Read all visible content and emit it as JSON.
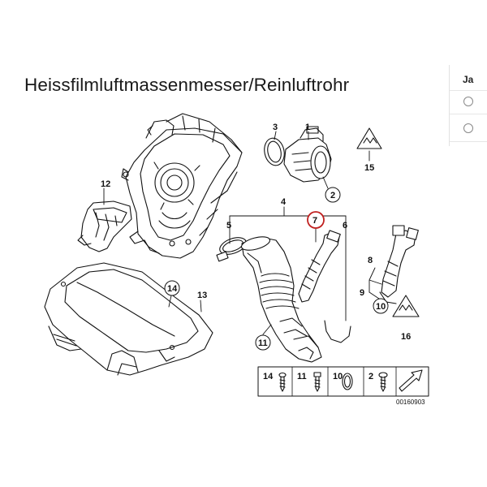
{
  "title": "Heissfilmluftmassenmesser/Reinluftrohr",
  "selection": {
    "header": "Ja",
    "options": [
      "",
      ""
    ]
  },
  "diagram": {
    "labels": {
      "airbox_12": "12",
      "cover_14": "14",
      "cover_13": "13",
      "o_ring_3": "3",
      "sensor_1": "1",
      "screw_2": "2",
      "warning_15": "15",
      "pipe_4": "4",
      "clamp_5": "5",
      "hose_7": "7",
      "clip_6": "6",
      "pipe_11": "11",
      "hose_8": "8",
      "hose_9": "9",
      "hose_10": "10",
      "warning_16": "16"
    },
    "hardware_legend": [
      "14",
      "11",
      "10",
      "2"
    ],
    "part_number": "00160903",
    "accent_color": "#c0201f"
  }
}
